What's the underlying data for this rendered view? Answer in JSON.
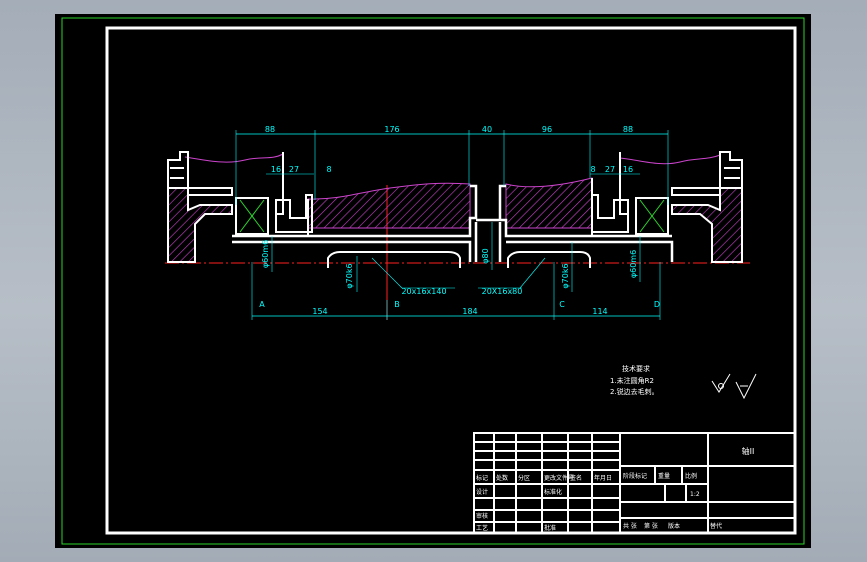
{
  "colors": {
    "background": "#000000",
    "outer_border": "#2bd42b",
    "frame": "#ffffff",
    "dimension": "#00ffff",
    "hatch": "#cc44cc",
    "centerline": "#ff2020",
    "part_outline": "#ffffff",
    "table_line": "#ffffff"
  },
  "dimensions": {
    "top": [
      "88",
      "176",
      "40",
      "96",
      "88"
    ],
    "small_left": [
      "16",
      "27",
      "8"
    ],
    "small_right": [
      "8",
      "27",
      "16"
    ],
    "bottom": [
      "154",
      "184",
      "114"
    ]
  },
  "diameters": {
    "left_bearing": "φ60m6",
    "left_hub": "φ70k6",
    "center": "φ80",
    "right_hub": "φ70k6",
    "right_bearing": "φ60m6"
  },
  "keyways": {
    "left": "20x16x140",
    "right": "20X16x80"
  },
  "sections": [
    "A",
    "B",
    "C",
    "D"
  ],
  "notes": {
    "title": "技术要求",
    "line1": "1.未注圆角R2",
    "line2": "2.锐边去毛刺。"
  },
  "title_block": {
    "part_name": "轴II",
    "row_mark": [
      "标记",
      "处数",
      "分区",
      "更改文件号",
      "签名",
      "年月日"
    ],
    "stage_label": "阶段标记",
    "weight_label": "重量",
    "scale_label": "比例",
    "scale_value": "1:2",
    "design": "设计",
    "standard": "标准化",
    "review": "审核",
    "craft": "工艺",
    "approve": "批准",
    "sheets_total": "共 张",
    "sheet_no": "第 张",
    "version": "版本",
    "replace": "替代"
  }
}
